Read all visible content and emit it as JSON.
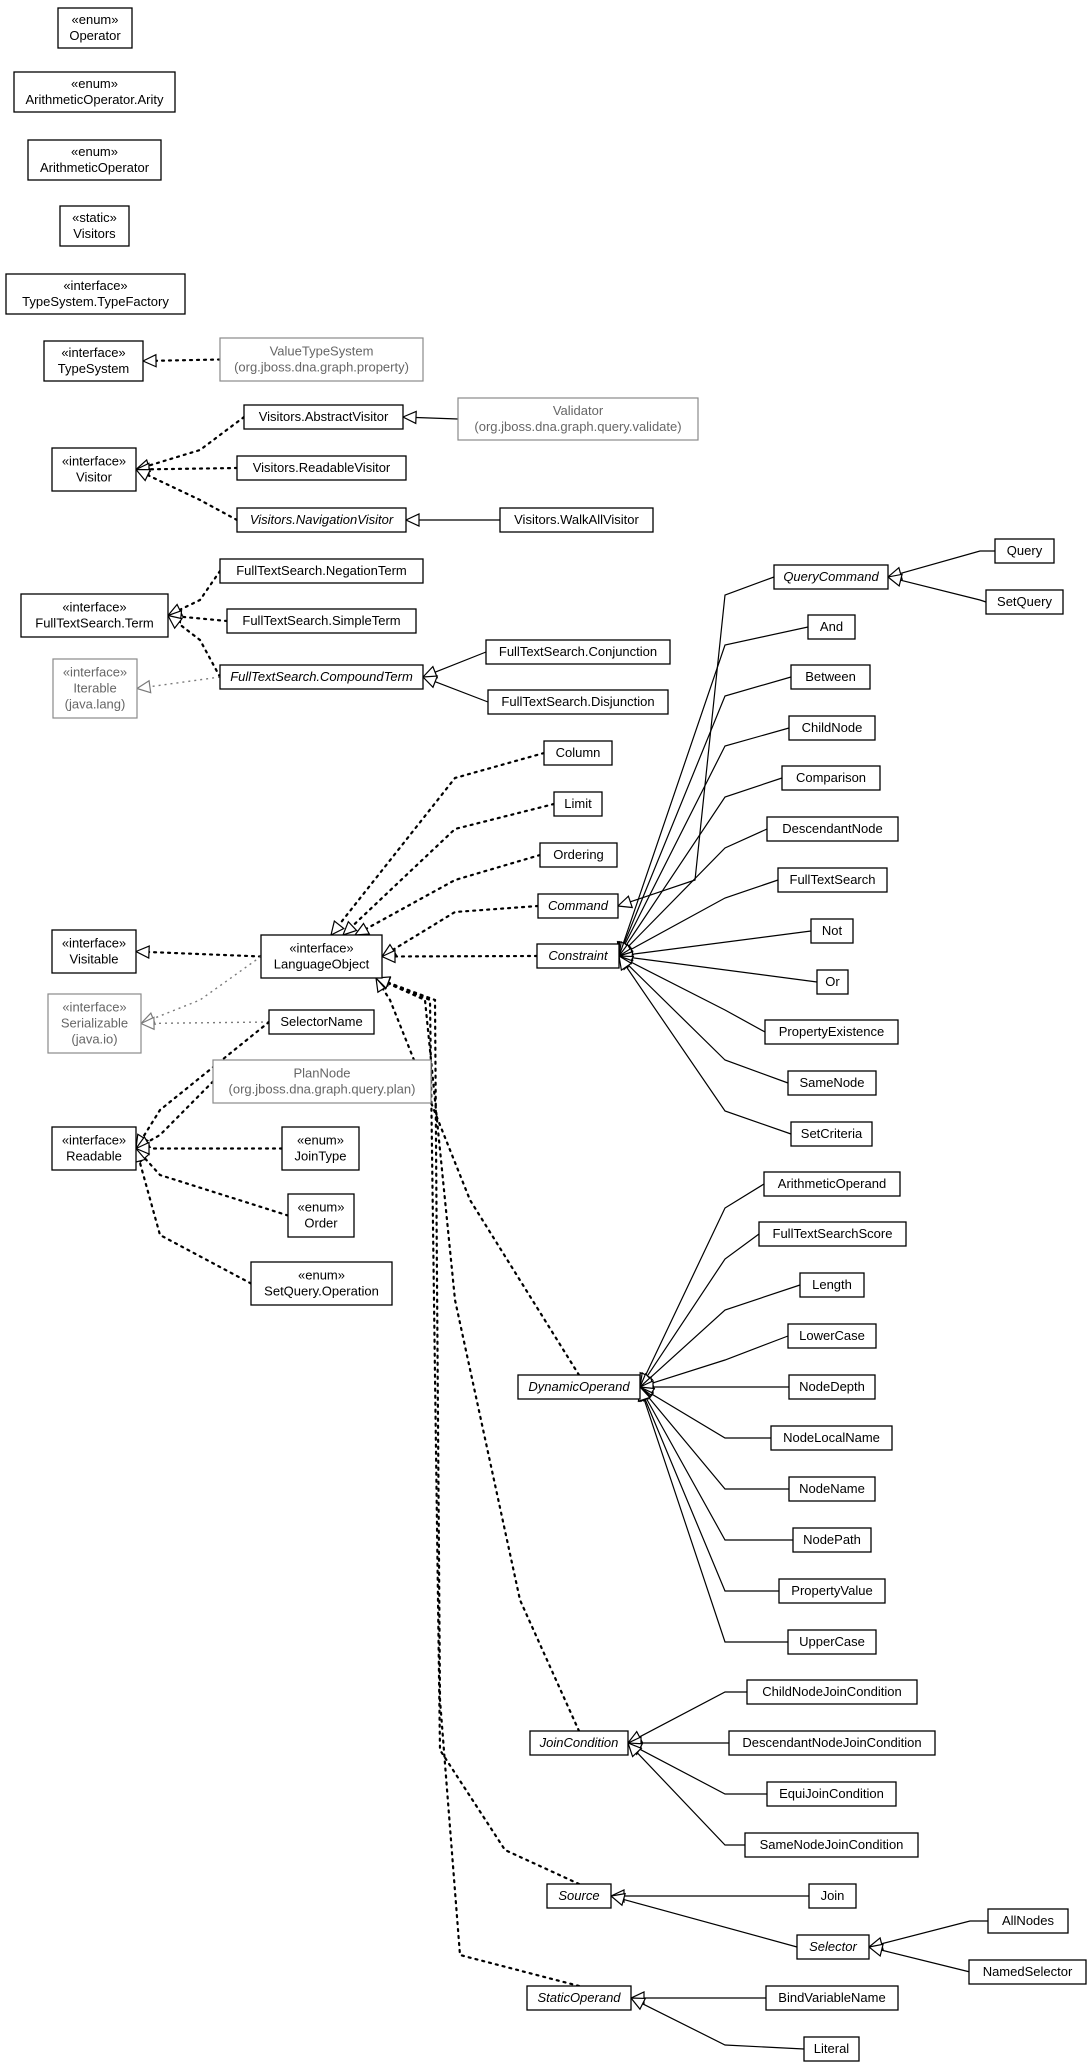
{
  "nodes": [
    {
      "id": "operator",
      "lines": [
        "«enum»",
        "Operator"
      ],
      "italic": false,
      "ext": false
    },
    {
      "id": "arity",
      "lines": [
        "«enum»",
        "ArithmeticOperator.Arity"
      ],
      "italic": false,
      "ext": false
    },
    {
      "id": "arithop",
      "lines": [
        "«enum»",
        "ArithmeticOperator"
      ],
      "italic": false,
      "ext": false
    },
    {
      "id": "visitors",
      "lines": [
        "«static»",
        "Visitors"
      ],
      "italic": false,
      "ext": false
    },
    {
      "id": "typefactory",
      "lines": [
        "«interface»",
        "TypeSystem.TypeFactory"
      ],
      "italic": false,
      "ext": false
    },
    {
      "id": "typesystem",
      "lines": [
        "«interface»",
        "TypeSystem"
      ],
      "italic": false,
      "ext": false
    },
    {
      "id": "valuetypesystem",
      "lines": [
        "ValueTypeSystem",
        "(org.jboss.dna.graph.property)"
      ],
      "italic": false,
      "ext": true
    },
    {
      "id": "abstractvisitor",
      "lines": [
        "Visitors.AbstractVisitor"
      ],
      "italic": false,
      "ext": false
    },
    {
      "id": "validator",
      "lines": [
        "Validator",
        "(org.jboss.dna.graph.query.validate)"
      ],
      "italic": false,
      "ext": true
    },
    {
      "id": "visitor",
      "lines": [
        "«interface»",
        "Visitor"
      ],
      "italic": false,
      "ext": false
    },
    {
      "id": "readablevisitor",
      "lines": [
        "Visitors.ReadableVisitor"
      ],
      "italic": false,
      "ext": false
    },
    {
      "id": "navvisitor",
      "lines": [
        "Visitors.NavigationVisitor"
      ],
      "italic": true,
      "ext": false
    },
    {
      "id": "walkall",
      "lines": [
        "Visitors.WalkAllVisitor"
      ],
      "italic": false,
      "ext": false
    },
    {
      "id": "negterm",
      "lines": [
        "FullTextSearch.NegationTerm"
      ],
      "italic": false,
      "ext": false
    },
    {
      "id": "fttterm",
      "lines": [
        "«interface»",
        "FullTextSearch.Term"
      ],
      "italic": false,
      "ext": false
    },
    {
      "id": "simpleterm",
      "lines": [
        "FullTextSearch.SimpleTerm"
      ],
      "italic": false,
      "ext": false
    },
    {
      "id": "compoundterm",
      "lines": [
        "FullTextSearch.CompoundTerm"
      ],
      "italic": true,
      "ext": false
    },
    {
      "id": "conjunction",
      "lines": [
        "FullTextSearch.Conjunction"
      ],
      "italic": false,
      "ext": false
    },
    {
      "id": "disjunction",
      "lines": [
        "FullTextSearch.Disjunction"
      ],
      "italic": false,
      "ext": false
    },
    {
      "id": "iterable",
      "lines": [
        "«interface»",
        "Iterable",
        "(java.lang)"
      ],
      "italic": false,
      "ext": true
    },
    {
      "id": "querycommand",
      "lines": [
        "QueryCommand"
      ],
      "italic": true,
      "ext": false
    },
    {
      "id": "query",
      "lines": [
        "Query"
      ],
      "italic": false,
      "ext": false
    },
    {
      "id": "setquery",
      "lines": [
        "SetQuery"
      ],
      "italic": false,
      "ext": false
    },
    {
      "id": "and",
      "lines": [
        "And"
      ],
      "italic": false,
      "ext": false
    },
    {
      "id": "between",
      "lines": [
        "Between"
      ],
      "italic": false,
      "ext": false
    },
    {
      "id": "childnode",
      "lines": [
        "ChildNode"
      ],
      "italic": false,
      "ext": false
    },
    {
      "id": "comparison",
      "lines": [
        "Comparison"
      ],
      "italic": false,
      "ext": false
    },
    {
      "id": "descendantnode",
      "lines": [
        "DescendantNode"
      ],
      "italic": false,
      "ext": false
    },
    {
      "id": "fulltextsearch",
      "lines": [
        "FullTextSearch"
      ],
      "italic": false,
      "ext": false
    },
    {
      "id": "not",
      "lines": [
        "Not"
      ],
      "italic": false,
      "ext": false
    },
    {
      "id": "or",
      "lines": [
        "Or"
      ],
      "italic": false,
      "ext": false
    },
    {
      "id": "propertyexistence",
      "lines": [
        "PropertyExistence"
      ],
      "italic": false,
      "ext": false
    },
    {
      "id": "samenode",
      "lines": [
        "SameNode"
      ],
      "italic": false,
      "ext": false
    },
    {
      "id": "setcriteria",
      "lines": [
        "SetCriteria"
      ],
      "italic": false,
      "ext": false
    },
    {
      "id": "column",
      "lines": [
        "Column"
      ],
      "italic": false,
      "ext": false
    },
    {
      "id": "limit",
      "lines": [
        "Limit"
      ],
      "italic": false,
      "ext": false
    },
    {
      "id": "ordering",
      "lines": [
        "Ordering"
      ],
      "italic": false,
      "ext": false
    },
    {
      "id": "command",
      "lines": [
        "Command"
      ],
      "italic": true,
      "ext": false
    },
    {
      "id": "constraint",
      "lines": [
        "Constraint"
      ],
      "italic": true,
      "ext": false
    },
    {
      "id": "visitable",
      "lines": [
        "«interface»",
        "Visitable"
      ],
      "italic": false,
      "ext": false
    },
    {
      "id": "languageobject",
      "lines": [
        "«interface»",
        "LanguageObject"
      ],
      "italic": false,
      "ext": false
    },
    {
      "id": "serializable",
      "lines": [
        "«interface»",
        "Serializable",
        "(java.io)"
      ],
      "italic": false,
      "ext": true
    },
    {
      "id": "selectorname",
      "lines": [
        "SelectorName"
      ],
      "italic": false,
      "ext": false
    },
    {
      "id": "plannode",
      "lines": [
        "PlanNode",
        "(org.jboss.dna.graph.query.plan)"
      ],
      "italic": false,
      "ext": true
    },
    {
      "id": "readable",
      "lines": [
        "«interface»",
        "Readable"
      ],
      "italic": false,
      "ext": false
    },
    {
      "id": "jointype",
      "lines": [
        "«enum»",
        "JoinType"
      ],
      "italic": false,
      "ext": false
    },
    {
      "id": "order",
      "lines": [
        "«enum»",
        "Order"
      ],
      "italic": false,
      "ext": false
    },
    {
      "id": "setqueryop",
      "lines": [
        "«enum»",
        "SetQuery.Operation"
      ],
      "italic": false,
      "ext": false
    },
    {
      "id": "arithoperand",
      "lines": [
        "ArithmeticOperand"
      ],
      "italic": false,
      "ext": false
    },
    {
      "id": "ftsscore",
      "lines": [
        "FullTextSearchScore"
      ],
      "italic": false,
      "ext": false
    },
    {
      "id": "length",
      "lines": [
        "Length"
      ],
      "italic": false,
      "ext": false
    },
    {
      "id": "lowercase",
      "lines": [
        "LowerCase"
      ],
      "italic": false,
      "ext": false
    },
    {
      "id": "dynoperand",
      "lines": [
        "DynamicOperand"
      ],
      "italic": true,
      "ext": false
    },
    {
      "id": "nodedepth",
      "lines": [
        "NodeDepth"
      ],
      "italic": false,
      "ext": false
    },
    {
      "id": "nodelocalname",
      "lines": [
        "NodeLocalName"
      ],
      "italic": false,
      "ext": false
    },
    {
      "id": "nodename",
      "lines": [
        "NodeName"
      ],
      "italic": false,
      "ext": false
    },
    {
      "id": "nodepath",
      "lines": [
        "NodePath"
      ],
      "italic": false,
      "ext": false
    },
    {
      "id": "propertyvalue",
      "lines": [
        "PropertyValue"
      ],
      "italic": false,
      "ext": false
    },
    {
      "id": "uppercase",
      "lines": [
        "UpperCase"
      ],
      "italic": false,
      "ext": false
    },
    {
      "id": "childnodejoin",
      "lines": [
        "ChildNodeJoinCondition"
      ],
      "italic": false,
      "ext": false
    },
    {
      "id": "joincondition",
      "lines": [
        "JoinCondition"
      ],
      "italic": true,
      "ext": false
    },
    {
      "id": "descnodejoin",
      "lines": [
        "DescendantNodeJoinCondition"
      ],
      "italic": false,
      "ext": false
    },
    {
      "id": "equijoin",
      "lines": [
        "EquiJoinCondition"
      ],
      "italic": false,
      "ext": false
    },
    {
      "id": "samenodejoin",
      "lines": [
        "SameNodeJoinCondition"
      ],
      "italic": false,
      "ext": false
    },
    {
      "id": "source",
      "lines": [
        "Source"
      ],
      "italic": true,
      "ext": false
    },
    {
      "id": "join",
      "lines": [
        "Join"
      ],
      "italic": false,
      "ext": false
    },
    {
      "id": "selector",
      "lines": [
        "Selector"
      ],
      "italic": true,
      "ext": false
    },
    {
      "id": "allnodes",
      "lines": [
        "AllNodes"
      ],
      "italic": false,
      "ext": false
    },
    {
      "id": "namedselector",
      "lines": [
        "NamedSelector"
      ],
      "italic": false,
      "ext": false
    },
    {
      "id": "staticoperand",
      "lines": [
        "StaticOperand"
      ],
      "italic": true,
      "ext": false
    },
    {
      "id": "bindvariable",
      "lines": [
        "BindVariableName"
      ],
      "italic": false,
      "ext": false
    },
    {
      "id": "literal",
      "lines": [
        "Literal"
      ],
      "italic": false,
      "ext": false
    }
  ],
  "edges": [
    {
      "from": "valuetypesystem",
      "to": "typesystem",
      "kind": "realize"
    },
    {
      "from": "abstractvisitor",
      "to": "visitor",
      "kind": "realize"
    },
    {
      "from": "readablevisitor",
      "to": "visitor",
      "kind": "realize"
    },
    {
      "from": "navvisitor",
      "to": "visitor",
      "kind": "realize"
    },
    {
      "from": "validator",
      "to": "abstractvisitor",
      "kind": "extend"
    },
    {
      "from": "walkall",
      "to": "navvisitor",
      "kind": "extend"
    },
    {
      "from": "negterm",
      "to": "fttterm",
      "kind": "realize"
    },
    {
      "from": "simpleterm",
      "to": "fttterm",
      "kind": "realize"
    },
    {
      "from": "compoundterm",
      "to": "fttterm",
      "kind": "realize"
    },
    {
      "from": "compoundterm",
      "to": "iterable",
      "kind": "realize-ext"
    },
    {
      "from": "conjunction",
      "to": "compoundterm",
      "kind": "extend"
    },
    {
      "from": "disjunction",
      "to": "compoundterm",
      "kind": "extend"
    },
    {
      "from": "query",
      "to": "querycommand",
      "kind": "extend"
    },
    {
      "from": "setquery",
      "to": "querycommand",
      "kind": "extend"
    },
    {
      "from": "querycommand",
      "to": "command",
      "kind": "extend"
    },
    {
      "from": "and",
      "to": "constraint",
      "kind": "extend"
    },
    {
      "from": "between",
      "to": "constraint",
      "kind": "extend"
    },
    {
      "from": "childnode",
      "to": "constraint",
      "kind": "extend"
    },
    {
      "from": "comparison",
      "to": "constraint",
      "kind": "extend"
    },
    {
      "from": "descendantnode",
      "to": "constraint",
      "kind": "extend"
    },
    {
      "from": "fulltextsearch",
      "to": "constraint",
      "kind": "extend"
    },
    {
      "from": "not",
      "to": "constraint",
      "kind": "extend"
    },
    {
      "from": "or",
      "to": "constraint",
      "kind": "extend"
    },
    {
      "from": "propertyexistence",
      "to": "constraint",
      "kind": "extend"
    },
    {
      "from": "samenode",
      "to": "constraint",
      "kind": "extend"
    },
    {
      "from": "setcriteria",
      "to": "constraint",
      "kind": "extend"
    },
    {
      "from": "column",
      "to": "languageobject",
      "kind": "realize"
    },
    {
      "from": "limit",
      "to": "languageobject",
      "kind": "realize"
    },
    {
      "from": "ordering",
      "to": "languageobject",
      "kind": "realize"
    },
    {
      "from": "command",
      "to": "languageobject",
      "kind": "realize"
    },
    {
      "from": "constraint",
      "to": "languageobject",
      "kind": "realize"
    },
    {
      "from": "dynoperand",
      "to": "languageobject",
      "kind": "realize"
    },
    {
      "from": "joincondition",
      "to": "languageobject",
      "kind": "realize"
    },
    {
      "from": "source",
      "to": "languageobject",
      "kind": "realize"
    },
    {
      "from": "staticoperand",
      "to": "languageobject",
      "kind": "realize"
    },
    {
      "from": "languageobject",
      "to": "visitable",
      "kind": "realize"
    },
    {
      "from": "languageobject",
      "to": "serializable",
      "kind": "realize-ext"
    },
    {
      "from": "selectorname",
      "to": "serializable",
      "kind": "realize-ext"
    },
    {
      "from": "selectorname",
      "to": "readable",
      "kind": "realize"
    },
    {
      "from": "plannode",
      "to": "readable",
      "kind": "realize"
    },
    {
      "from": "jointype",
      "to": "readable",
      "kind": "realize"
    },
    {
      "from": "order",
      "to": "readable",
      "kind": "realize"
    },
    {
      "from": "setqueryop",
      "to": "readable",
      "kind": "realize"
    },
    {
      "from": "arithoperand",
      "to": "dynoperand",
      "kind": "extend"
    },
    {
      "from": "ftsscore",
      "to": "dynoperand",
      "kind": "extend"
    },
    {
      "from": "length",
      "to": "dynoperand",
      "kind": "extend"
    },
    {
      "from": "lowercase",
      "to": "dynoperand",
      "kind": "extend"
    },
    {
      "from": "nodedepth",
      "to": "dynoperand",
      "kind": "extend"
    },
    {
      "from": "nodelocalname",
      "to": "dynoperand",
      "kind": "extend"
    },
    {
      "from": "nodename",
      "to": "dynoperand",
      "kind": "extend"
    },
    {
      "from": "nodepath",
      "to": "dynoperand",
      "kind": "extend"
    },
    {
      "from": "propertyvalue",
      "to": "dynoperand",
      "kind": "extend"
    },
    {
      "from": "uppercase",
      "to": "dynoperand",
      "kind": "extend"
    },
    {
      "from": "childnodejoin",
      "to": "joincondition",
      "kind": "extend"
    },
    {
      "from": "descnodejoin",
      "to": "joincondition",
      "kind": "extend"
    },
    {
      "from": "equijoin",
      "to": "joincondition",
      "kind": "extend"
    },
    {
      "from": "samenodejoin",
      "to": "joincondition",
      "kind": "extend"
    },
    {
      "from": "join",
      "to": "source",
      "kind": "extend"
    },
    {
      "from": "selector",
      "to": "source",
      "kind": "extend"
    },
    {
      "from": "allnodes",
      "to": "selector",
      "kind": "extend"
    },
    {
      "from": "namedselector",
      "to": "selector",
      "kind": "extend"
    },
    {
      "from": "bindvariable",
      "to": "staticoperand",
      "kind": "extend"
    },
    {
      "from": "literal",
      "to": "staticoperand",
      "kind": "extend"
    }
  ]
}
